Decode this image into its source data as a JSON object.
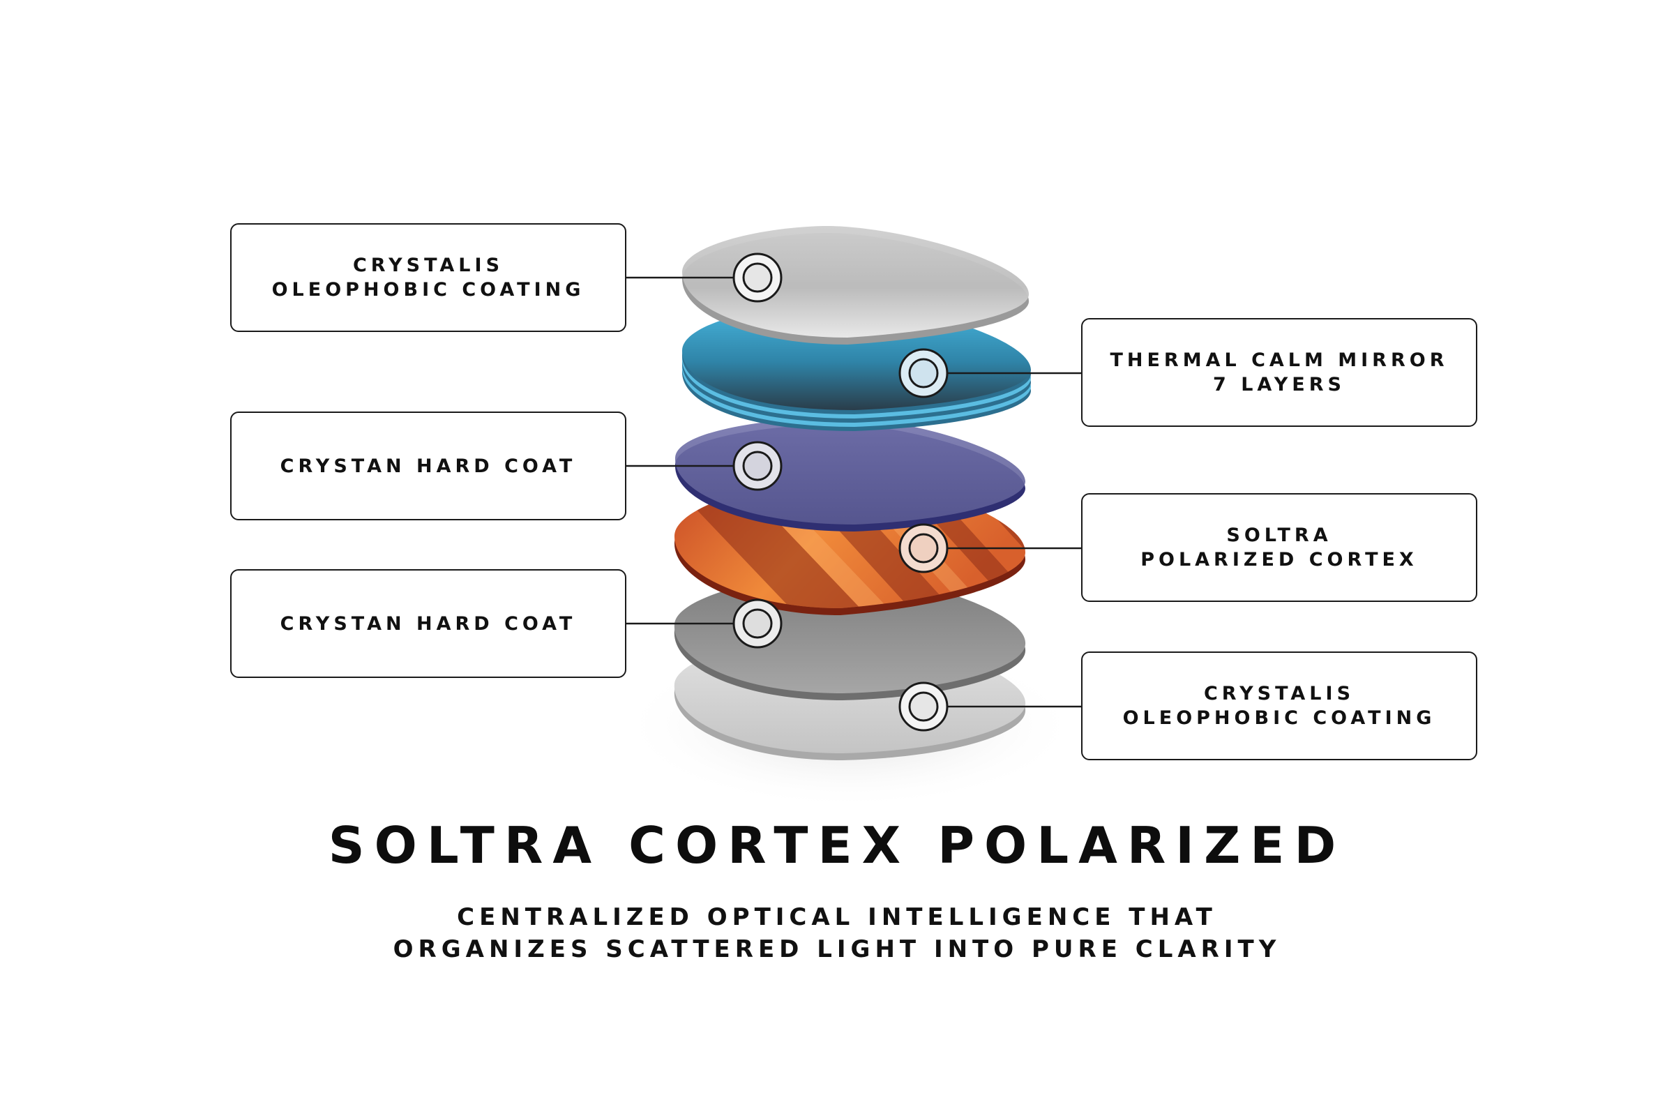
{
  "title": "SOLTRA CORTEX POLARIZED",
  "subtitle": [
    "CENTRALIZED OPTICAL INTELLIGENCE THAT",
    "ORGANIZES SCATTERED LIGHT INTO PURE CLARITY"
  ],
  "callouts": [
    {
      "id": "left-1",
      "lines": [
        "CRYSTALIS",
        "OLEOPHOBIC COATING"
      ]
    },
    {
      "id": "right-1",
      "lines": [
        "THERMAL CALM MIRROR",
        "7 LAYERS"
      ]
    },
    {
      "id": "left-2",
      "lines": [
        "CRYSTAN HARD COAT"
      ]
    },
    {
      "id": "right-2",
      "lines": [
        "SOLTRA",
        "POLARIZED CORTEX"
      ]
    },
    {
      "id": "left-3",
      "lines": [
        "CRYSTAN HARD COAT"
      ]
    },
    {
      "id": "right-3",
      "lines": [
        "CRYSTALIS",
        "OLEOPHOBIC COATING"
      ]
    }
  ],
  "layer_colors": {
    "top_clear": "#c8c8c8",
    "mirror": "#3aa6cf",
    "hard_coat_1": "#6a6aa2",
    "polarized": "#e8783a",
    "hard_coat_2": "#8c8c8c",
    "bottom_clear": "#dcdcdc"
  }
}
